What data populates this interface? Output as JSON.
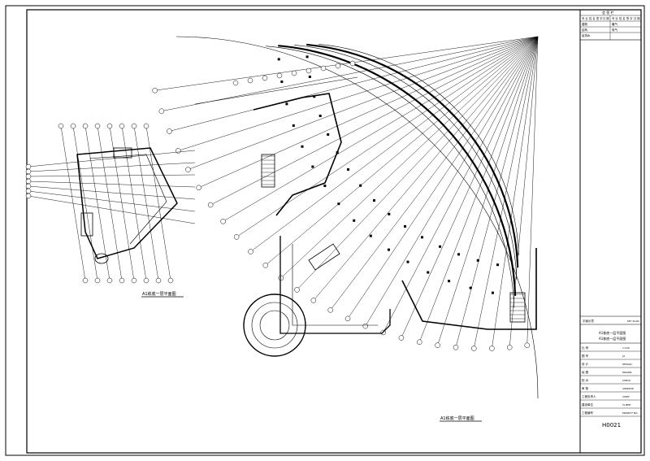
{
  "drawing": {
    "left_plan_caption": "A1栋底一层平面图",
    "main_plan_caption": "A1栋底一层平面图"
  },
  "title_block": {
    "header": "会 签 栏",
    "columns": [
      "专 业",
      "姓 名",
      "签 字",
      "日 期"
    ],
    "rows": [
      {
        "left": "建筑",
        "right": "暖气"
      },
      {
        "left": "结构",
        "right": "电气"
      },
      {
        "left": "给排水",
        "right": ""
      }
    ],
    "key_plan_label": "平面示意",
    "key_plan_label_en": "KEY PLAN",
    "drawing_title_line1": "A1栋底一层平面图",
    "drawing_title_line2": "A1栋底一层平面图",
    "fields": [
      {
        "label": "比 例",
        "value": "1:100"
      },
      {
        "label": "图 号",
        "value": "J4"
      },
      {
        "label": "设 计",
        "value": "DESIGN"
      },
      {
        "label": "绘 图",
        "value": "DRAWN"
      },
      {
        "label": "校 对",
        "value": "CHECK"
      },
      {
        "label": "审 核",
        "value": "APPROVE"
      },
      {
        "label": "工程负责人",
        "value": "CHIEF"
      },
      {
        "label": "建设单位",
        "value": "CLIENT"
      },
      {
        "label": "工程编号",
        "value": "PROJECT NO."
      }
    ],
    "sheet_code": "H0021"
  }
}
